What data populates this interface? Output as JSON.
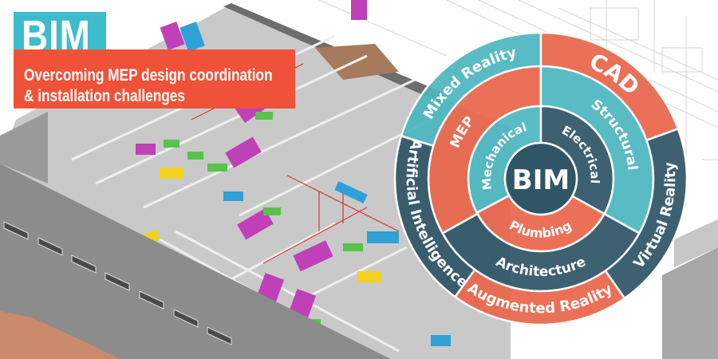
{
  "banner": {
    "title": "BIM",
    "subtitle_line1": "Overcoming MEP design coordination",
    "subtitle_line2": "& installation challenges"
  },
  "colors": {
    "teal": "#4cb6c0",
    "orange": "#e8664a",
    "slate": "#2f5567",
    "banner_teal": "#3dbccb",
    "banner_orange": "#ef5238"
  },
  "wheel": {
    "center": "BIM",
    "inner_ring": [
      {
        "label": "Mechanical",
        "color": "teal"
      },
      {
        "label": "Electrical",
        "color": "slate"
      },
      {
        "label": "Plumbing",
        "color": "orange"
      }
    ],
    "middle_ring": [
      {
        "label": "MEP",
        "color": "orange"
      },
      {
        "label": "Structural",
        "color": "teal"
      },
      {
        "label": "Architecture",
        "color": "slate"
      }
    ],
    "outer_ring": [
      {
        "label": "Mixed Reality",
        "color": "teal"
      },
      {
        "label": "CAD",
        "color": "orange"
      },
      {
        "label": "Virtual Reality",
        "color": "slate"
      },
      {
        "label": "Augmented Reality",
        "color": "orange"
      },
      {
        "label": "Artificial Intelligence",
        "color": "slate"
      }
    ]
  }
}
